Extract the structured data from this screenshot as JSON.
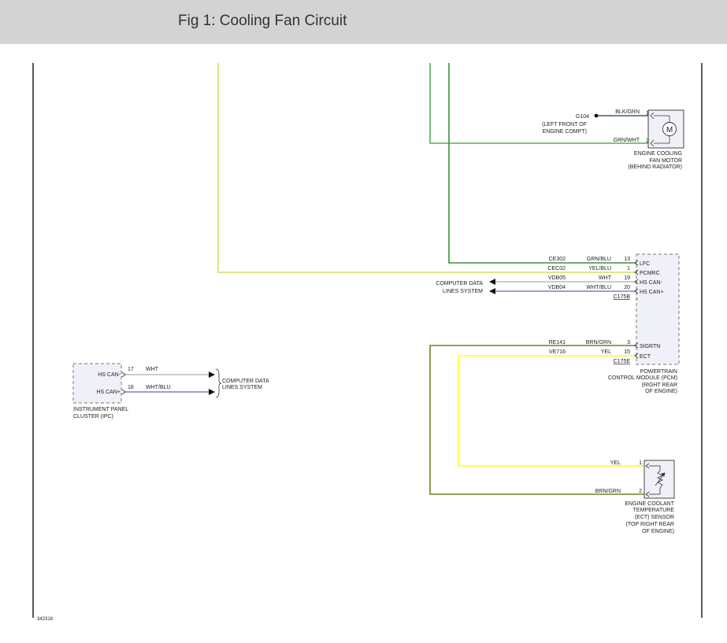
{
  "header": {
    "title": "Fig 1: Cooling Fan Circuit"
  },
  "diagram": {
    "fan_motor": {
      "symbol": "M",
      "ground": "G104",
      "ground_location_line1": "(LEFT FRONT OF",
      "ground_location_line2": "ENGINE COMPT)",
      "wire1_color": "BLK/GRN",
      "wire1_pin": "1",
      "wire2_color": "GRN/WHT",
      "wire2_pin": "2",
      "label_line1": "ENGINE COOLING",
      "label_line2": "FAN MOTOR",
      "label_line3": "(BEHIND RADIATOR)"
    },
    "pcm": {
      "pins": [
        {
          "circuit": "CE302",
          "color": "GRN/BLU",
          "pin": "13",
          "name": "LFC"
        },
        {
          "circuit": "CEC02",
          "color": "YEL/BLU",
          "pin": "1",
          "name": "PCMRC"
        },
        {
          "circuit": "VDB05",
          "color": "WHT",
          "pin": "19",
          "name": "HS CAN-"
        },
        {
          "circuit": "VDB04",
          "color": "WHT/BLU",
          "pin": "20",
          "name": "HS CAN+"
        },
        {
          "circuit": "RE141",
          "color": "BRN/GRN",
          "pin": "3",
          "name": "SIGRTN"
        },
        {
          "circuit": "VE716",
          "color": "YEL",
          "pin": "15",
          "name": "ECT"
        }
      ],
      "connector_b": "C175B",
      "connector_e": "C175E",
      "comp_data_line1": "COMPUTER DATA",
      "comp_data_line2": "LINES SYSTEM",
      "label_line1": "POWERTRAIN",
      "label_line2": "CONTROL MODULE (PCM)",
      "label_line3": "(RIGHT REAR",
      "label_line4": "OF ENGINE)"
    },
    "ipc": {
      "pin1_name": "HS CAN-",
      "pin1_num": "17",
      "pin1_color": "WHT",
      "pin2_name": "HS CAN+",
      "pin2_num": "18",
      "pin2_color": "WHT/BLU",
      "comp_data_line1": "COMPUTER DATA",
      "comp_data_line2": "LINES SYSTEM",
      "label_line1": "INSTRUMENT PANEL",
      "label_line2": "CLUSTER (IPC)"
    },
    "ect_sensor": {
      "wire1_color": "YEL",
      "wire1_pin": "1",
      "wire2_color": "BRN/GRN",
      "wire2_pin": "2",
      "label_line1": "ENGINE COOLANT",
      "label_line2": "TEMPERATURE",
      "label_line3": "(ECT) SENSOR",
      "label_line4": "(TOP RIGHT REAR",
      "label_line5": "OF ENGINE)"
    },
    "figure_id": "342318",
    "wire_colors": {
      "yellow_blue": "#d9d96a",
      "green": "#4fa64f",
      "yellow": "#ffff33",
      "brown_green": "#7a7a2a",
      "white": "#bbbbbb",
      "white_blue": "#7b7bd8"
    }
  }
}
